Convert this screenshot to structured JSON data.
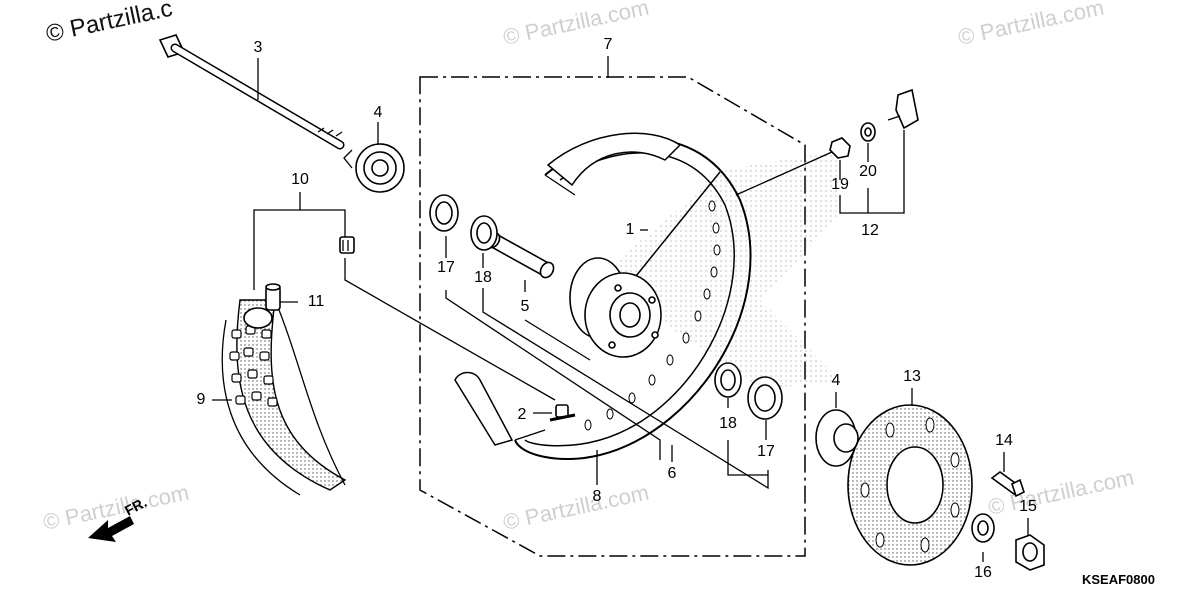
{
  "watermark": {
    "top_left": "© Partzilla.c",
    "faint": [
      "© Partzilla.com",
      "© Partzilla.com",
      "© Partzilla.com",
      "© Partzilla.com",
      "© Partzilla.com"
    ]
  },
  "diagram_code": "KSEAF0800",
  "front_marker": "FR.",
  "callouts": [
    "1",
    "2",
    "3",
    "4",
    "4",
    "5",
    "6",
    "7",
    "8",
    "9",
    "10",
    "11",
    "12",
    "13",
    "14",
    "15",
    "16",
    "17",
    "17",
    "18",
    "18",
    "19",
    "20"
  ]
}
